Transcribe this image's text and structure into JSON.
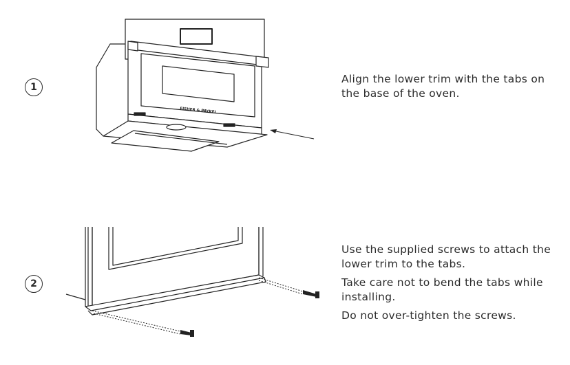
{
  "steps": [
    {
      "number": "1",
      "instructions": [
        "Align the lower trim with the tabs on the base of the oven."
      ]
    },
    {
      "number": "2",
      "instructions": [
        "Use the supplied screws to attach the lower trim to the tabs.",
        "Take care not to bend the tabs while installing.",
        "Do not over-tighten the screws."
      ]
    }
  ],
  "illustration": {
    "brand_logo_text": "FISHER & PAYKEL"
  }
}
